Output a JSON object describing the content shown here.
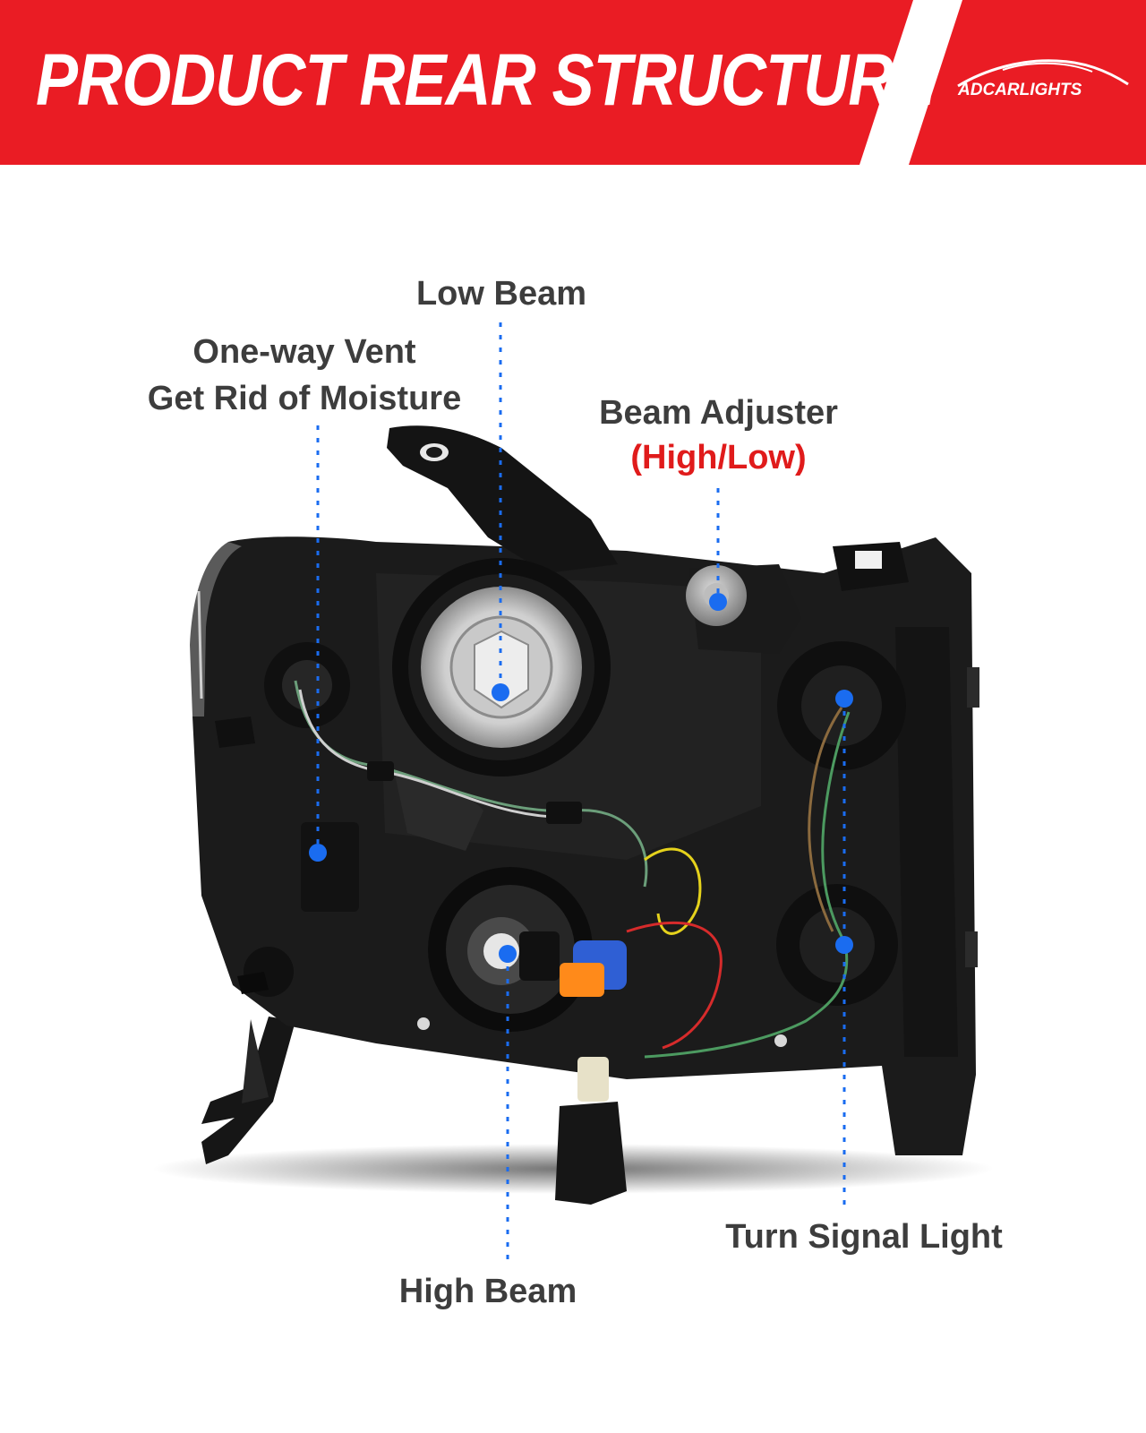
{
  "banner": {
    "title": "PRODUCT REAR STRUCTURE",
    "brand": "ADCARLIGHTS",
    "colors": {
      "red": "#ea1c24",
      "white": "#ffffff"
    }
  },
  "callouts": {
    "low_beam": "Low Beam",
    "vent_line1": "One-way Vent",
    "vent_line2": "Get Rid of Moisture",
    "adjuster_line1": "Beam Adjuster",
    "adjuster_line2": "(High/Low)",
    "high_beam": "High Beam",
    "turn_signal": "Turn Signal Light"
  },
  "colors": {
    "marker_blue": "#1a6cf0",
    "label_gray": "#3d3d3d",
    "accent_red": "#e01b1b"
  }
}
